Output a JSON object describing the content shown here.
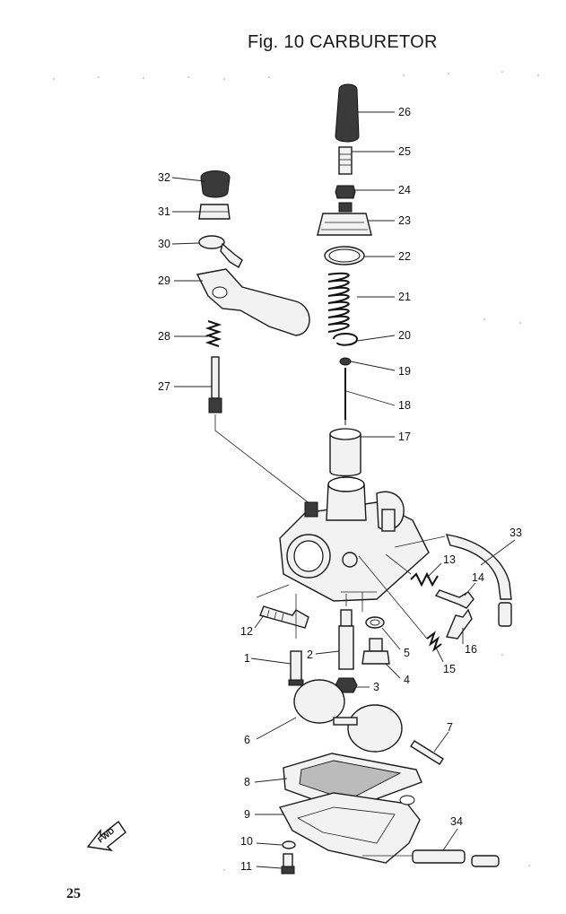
{
  "figure": {
    "title": "Fig. 10 CARBURETOR",
    "page_number": "25",
    "fwd_label": "FWD"
  },
  "labels": [
    {
      "id": "p26",
      "text": "26"
    },
    {
      "id": "p25",
      "text": "25"
    },
    {
      "id": "p32",
      "text": "32"
    },
    {
      "id": "p24",
      "text": "24"
    },
    {
      "id": "p31",
      "text": "31"
    },
    {
      "id": "p23",
      "text": "23"
    },
    {
      "id": "p30",
      "text": "30"
    },
    {
      "id": "p22",
      "text": "22"
    },
    {
      "id": "p29",
      "text": "29"
    },
    {
      "id": "p21",
      "text": "21"
    },
    {
      "id": "p28",
      "text": "28"
    },
    {
      "id": "p20",
      "text": "20"
    },
    {
      "id": "p19",
      "text": "19"
    },
    {
      "id": "p27",
      "text": "27"
    },
    {
      "id": "p18",
      "text": "18"
    },
    {
      "id": "p17",
      "text": "17"
    },
    {
      "id": "p33",
      "text": "33"
    },
    {
      "id": "p13",
      "text": "13"
    },
    {
      "id": "p14",
      "text": "14"
    },
    {
      "id": "p12",
      "text": "12"
    },
    {
      "id": "p16",
      "text": "16"
    },
    {
      "id": "p1",
      "text": "1"
    },
    {
      "id": "p2",
      "text": "2"
    },
    {
      "id": "p5",
      "text": "5"
    },
    {
      "id": "p15",
      "text": "15"
    },
    {
      "id": "p4",
      "text": "4"
    },
    {
      "id": "p3",
      "text": "3"
    },
    {
      "id": "p7",
      "text": "7"
    },
    {
      "id": "p6",
      "text": "6"
    },
    {
      "id": "p8",
      "text": "8"
    },
    {
      "id": "p9",
      "text": "9"
    },
    {
      "id": "p34",
      "text": "34"
    },
    {
      "id": "p10",
      "text": "10"
    },
    {
      "id": "p11",
      "text": "11"
    }
  ]
}
